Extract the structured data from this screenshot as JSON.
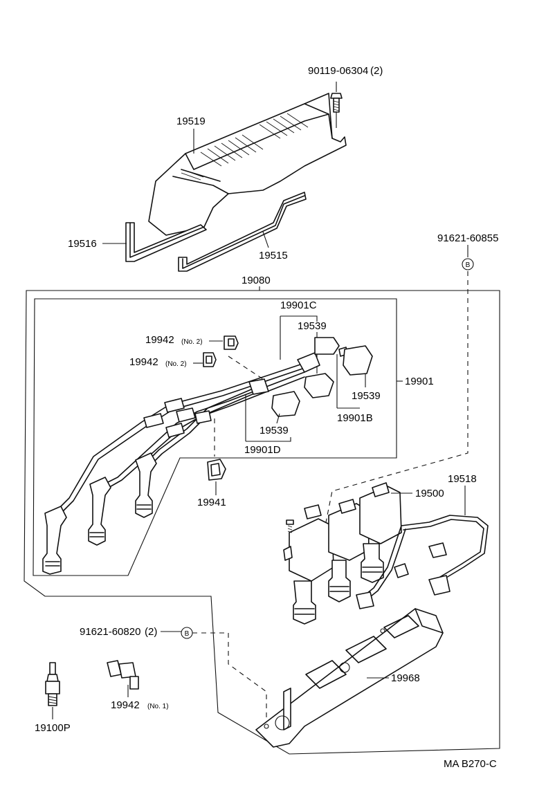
{
  "labels": {
    "bolt_cover": "90119-06304",
    "bolt_cover_qty": "(2)",
    "cover": "19519",
    "gasket_left": "19516",
    "gasket_right": "19515",
    "bolt_b_top": "91621-60855",
    "wire_set": "19080",
    "wire_sub_c": "19901C",
    "boot_a": "19539",
    "clamp_no2_a": "19942",
    "clamp_no2_b": "19942",
    "no2_tag": "(No. 2)",
    "wire_assy": "19901",
    "boot_b": "19539",
    "wire_sub_b": "19901B",
    "boot_c": "19539",
    "wire_sub_d": "19901D",
    "clamp_19941": "19941",
    "coil": "19500",
    "coil_harness": "19518",
    "bolt_b_bottom": "91621-60820",
    "bolt_b_bottom_qty": "(2)",
    "bracket": "19968",
    "clamp_no1": "19942",
    "no1_tag": "(No. 1)",
    "spark_plug": "19100P",
    "ref_code": "MA  B270-C",
    "marker_b": "B"
  }
}
